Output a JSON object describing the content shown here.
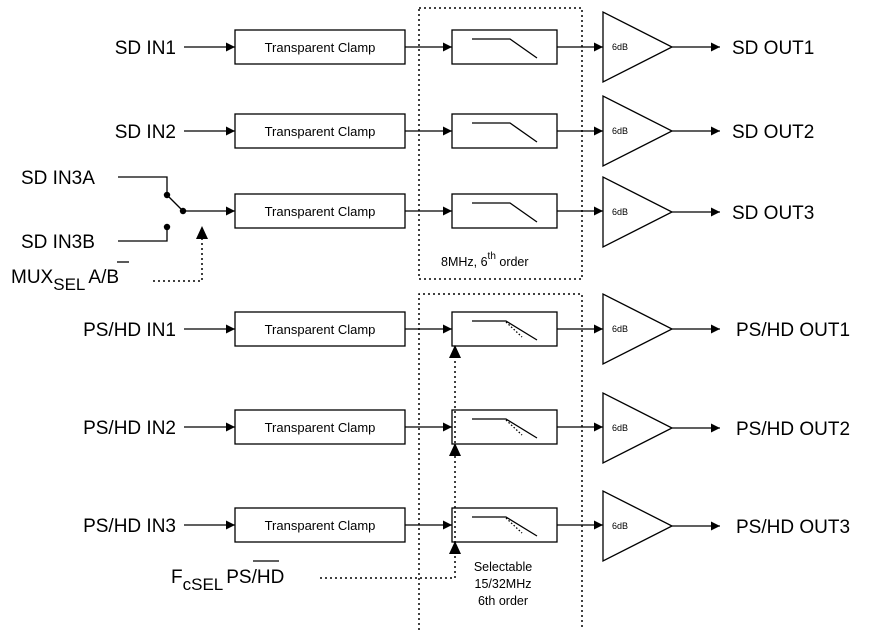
{
  "sd_channels": [
    {
      "input": "SD IN1",
      "clamp": "Transparent Clamp",
      "gain": "6dB",
      "output": "SD OUT1"
    },
    {
      "input": "SD IN2",
      "clamp": "Transparent Clamp",
      "gain": "6dB",
      "output": "SD OUT2"
    },
    {
      "input_a": "SD IN3A",
      "input_b": "SD IN3B",
      "clamp": "Transparent Clamp",
      "gain": "6dB",
      "output": "SD OUT3"
    }
  ],
  "mux_select": {
    "prefix": "MUX",
    "sub": "SEL",
    "bar": "A",
    "rest": "/B"
  },
  "sd_filter_caption": {
    "prefix": "8MHz, 6",
    "sup": "th",
    "suffix": " order"
  },
  "hd_channels": [
    {
      "input": "PS/HD IN1",
      "clamp": "Transparent Clamp",
      "gain": "6dB",
      "output": "PS/HD OUT1"
    },
    {
      "input": "PS/HD IN2",
      "clamp": "Transparent Clamp",
      "gain": "6dB",
      "output": "PS/HD OUT2"
    },
    {
      "input": "PS/HD IN3",
      "clamp": "Transparent Clamp",
      "gain": "6dB",
      "output": "PS/HD OUT3"
    }
  ],
  "fc_select": {
    "prefix": "F",
    "sub": "cSEL",
    "bar": "PS",
    "rest": "/HD"
  },
  "hd_filter_caption": [
    "Selectable",
    "15/32MHz",
    "6th order"
  ]
}
